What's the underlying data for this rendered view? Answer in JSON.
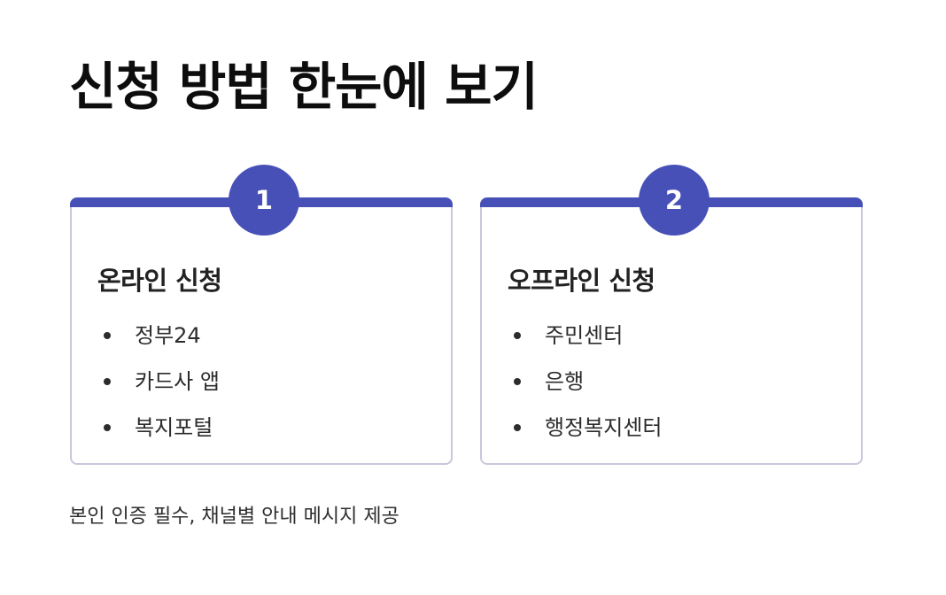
{
  "title": "신청 방법 한눈에 보기",
  "cards": [
    {
      "step": "1",
      "title": "온라인 신청",
      "items": [
        "정부24",
        "카드사 앱",
        "복지포털"
      ]
    },
    {
      "step": "2",
      "title": "오프라인 신청",
      "items": [
        "주민센터",
        "은행",
        "행정복지센터"
      ]
    }
  ],
  "footnote": "본인 인증 필수, 채널별 안내 메시지 제공",
  "colors": {
    "accent": "#4650b7",
    "card_border": "#c8c7dc",
    "text": "#1f1f1f"
  }
}
